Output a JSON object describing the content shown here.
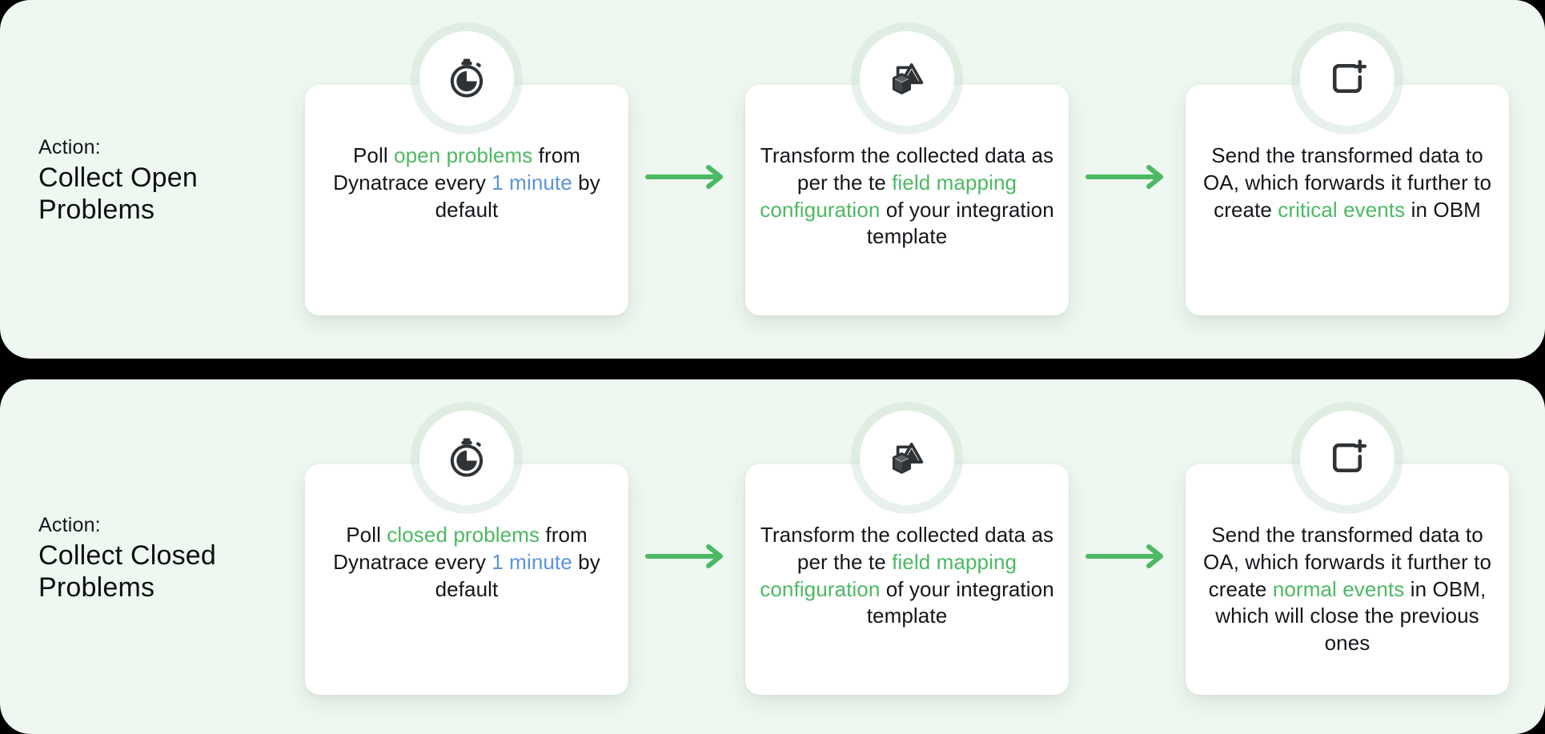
{
  "theme": {
    "page_background": "#000000",
    "panel_background": "#eef7f0",
    "card_background": "#ffffff",
    "accent_green": "#4cb963",
    "accent_blue": "#5b94d6",
    "text_color": "#13161a"
  },
  "rows": [
    {
      "id": "collect-open-problems",
      "action": {
        "kicker": "Action:",
        "title": "Collect Open Problems"
      },
      "steps": [
        {
          "icon": "stopwatch-icon",
          "text_parts": [
            {
              "t": "Poll ",
              "c": "plain"
            },
            {
              "t": "open problems",
              "c": "green"
            },
            {
              "t": " from Dynatrace every ",
              "c": "plain"
            },
            {
              "t": "1 minute",
              "c": "blue"
            },
            {
              "t": " by default",
              "c": "plain"
            }
          ]
        },
        {
          "icon": "shapes-transform-icon",
          "text_parts": [
            {
              "t": "Transform the collected data as per the te ",
              "c": "plain"
            },
            {
              "t": "field mapping configuration",
              "c": "green"
            },
            {
              "t": " of your integration template",
              "c": "plain"
            }
          ]
        },
        {
          "icon": "create-event-icon",
          "text_parts": [
            {
              "t": "Send the transformed data to OA, which forwards it further to create ",
              "c": "plain"
            },
            {
              "t": "critical events",
              "c": "green"
            },
            {
              "t": " in OBM",
              "c": "plain"
            }
          ]
        }
      ]
    },
    {
      "id": "collect-closed-problems",
      "action": {
        "kicker": "Action:",
        "title": "Collect Closed Problems"
      },
      "steps": [
        {
          "icon": "stopwatch-icon",
          "text_parts": [
            {
              "t": "Poll ",
              "c": "plain"
            },
            {
              "t": "closed problems",
              "c": "green"
            },
            {
              "t": " from Dynatrace every ",
              "c": "plain"
            },
            {
              "t": "1 minute",
              "c": "blue"
            },
            {
              "t": " by default",
              "c": "plain"
            }
          ]
        },
        {
          "icon": "shapes-transform-icon",
          "text_parts": [
            {
              "t": "Transform the collected data as per the te ",
              "c": "plain"
            },
            {
              "t": "field mapping configuration",
              "c": "green"
            },
            {
              "t": " of your integration template",
              "c": "plain"
            }
          ]
        },
        {
          "icon": "create-event-icon",
          "text_parts": [
            {
              "t": "Send the transformed data to OA, which forwards it further to create ",
              "c": "plain"
            },
            {
              "t": "normal events",
              "c": "green"
            },
            {
              "t": " in OBM, which will close the previous ones",
              "c": "plain"
            }
          ]
        }
      ]
    }
  ],
  "arrows": {
    "direction": "right",
    "color": "#4cb963",
    "count_per_row": 2
  }
}
